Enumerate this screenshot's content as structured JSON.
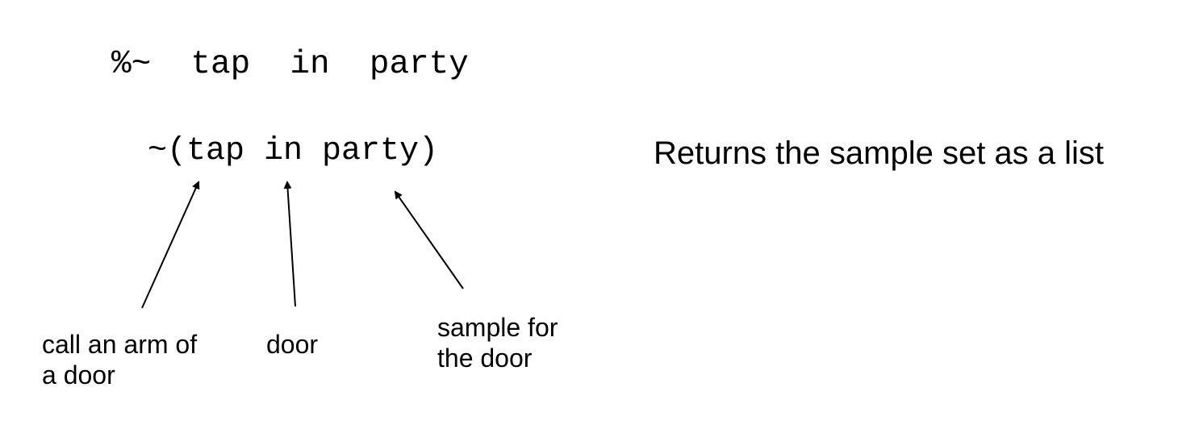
{
  "command": "%~  tap  in  party",
  "expression": "~(tap in party)",
  "description": "Returns the sample set as a list",
  "annotations": [
    {
      "id": "arm",
      "lines": [
        "call an arm of",
        "a door"
      ]
    },
    {
      "id": "door",
      "lines": [
        "door"
      ]
    },
    {
      "id": "sample",
      "lines": [
        "sample for",
        "the door"
      ]
    }
  ],
  "colors": {
    "text": "#000000",
    "background": "#ffffff"
  }
}
